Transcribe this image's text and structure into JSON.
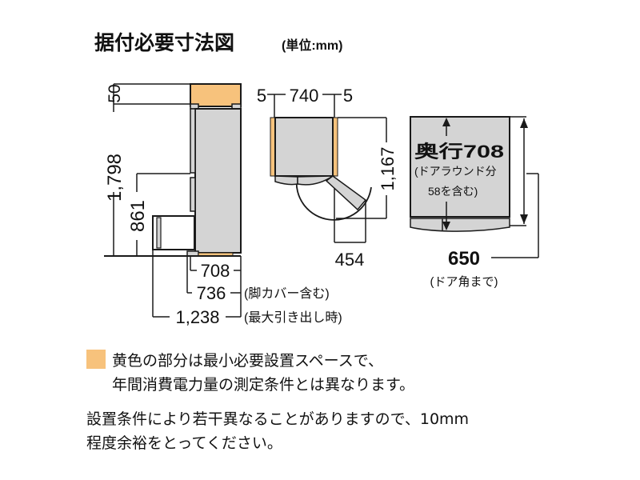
{
  "title": "据付必要寸法図",
  "unit": "(単位:mm)",
  "colors": {
    "required_space": "#F7C27C",
    "body": "#D4D4D4",
    "line": "#1a1a1a"
  },
  "side_view": {
    "top_clearance": "50",
    "height": "1,798",
    "drawer_height": "861",
    "depth": "708",
    "depth_with_leg_cover": "736",
    "depth_with_leg_cover_note": "(脚カバー含む)",
    "max_drawer_out": "1,238",
    "max_drawer_out_note": "(最大引き出し時)"
  },
  "top_view": {
    "side_clearance_left": "5",
    "width": "740",
    "side_clearance_right": "5",
    "door_open_depth": "1,167",
    "door_swing": "454"
  },
  "depth_view": {
    "depth_label": "奥行708",
    "depth_note_1": "(ドアラウンド分",
    "depth_note_2": "58を含む)",
    "door_corner_depth": "650",
    "door_corner_note": "(ドア角まで)"
  },
  "notes": {
    "legend_line1": "黄色の部分は最小必要設置スペースで、",
    "legend_line2": "年間消費電力量の測定条件とは異なります。",
    "caution_line1": "設置条件により若干異なることがありますので、10mm",
    "caution_line2": "程度余裕をとってください。"
  }
}
